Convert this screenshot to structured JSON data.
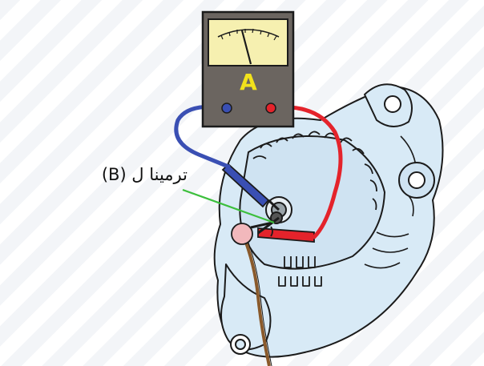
{
  "meter": {
    "unit_label": "A"
  },
  "callout": {
    "terminal_label": "ترمینا ل (B)"
  },
  "colors": {
    "meter_body": "#6b6560",
    "meter_face": "#f6f0b0",
    "unit_text": "#f2e21c",
    "lead_positive": "#e4232b",
    "lead_negative": "#3a4fb3",
    "alternator_fill": "#d8eaf6",
    "pointer_line": "#3cbf3c",
    "ground_clip": "#f2b8bc"
  },
  "icons": [
    "ammeter-icon",
    "alternator-illustration"
  ]
}
